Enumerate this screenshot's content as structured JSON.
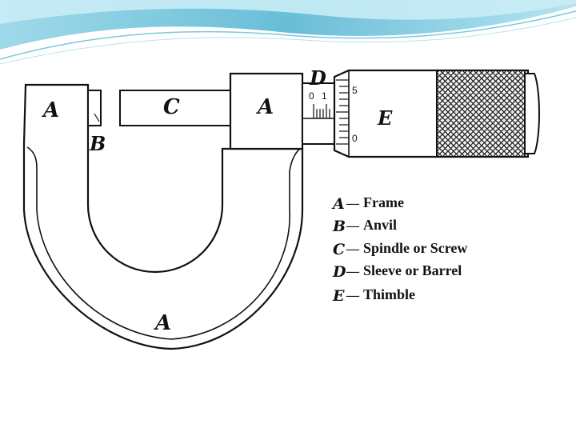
{
  "slide": {
    "accent_colors": {
      "wave_dark": "#5bbcd6",
      "wave_light": "#c9ecf5"
    }
  },
  "diagram": {
    "labels": {
      "A": "A",
      "B": "B",
      "C": "C",
      "D": "D",
      "E": "E"
    },
    "sleeve_scale": [
      "0",
      "1"
    ],
    "thimble_scale": [
      "5",
      "0"
    ],
    "legend": [
      {
        "key": "A",
        "dash": "—",
        "text": "Frame"
      },
      {
        "key": "B",
        "dash": "—",
        "text": "Anvil"
      },
      {
        "key": "C",
        "dash": "—",
        "text": "Spindle or Screw"
      },
      {
        "key": "D",
        "dash": "—",
        "text": "Sleeve or Barrel"
      },
      {
        "key": "E",
        "dash": "—",
        "text": "Thimble"
      }
    ]
  }
}
